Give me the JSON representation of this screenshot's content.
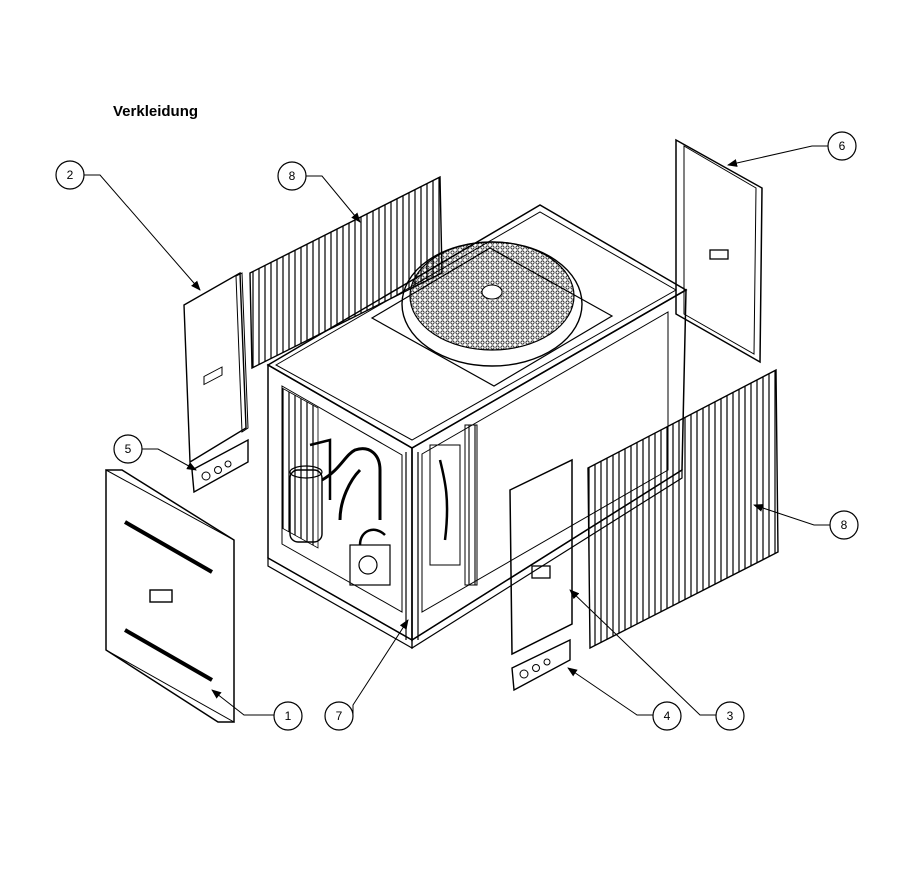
{
  "title": "Verkleidung",
  "callouts": [
    {
      "id": "c1",
      "label": "1"
    },
    {
      "id": "c2",
      "label": "2"
    },
    {
      "id": "c3",
      "label": "3"
    },
    {
      "id": "c4",
      "label": "4"
    },
    {
      "id": "c5",
      "label": "5"
    },
    {
      "id": "c6",
      "label": "6"
    },
    {
      "id": "c7",
      "label": "7"
    },
    {
      "id": "c8a",
      "label": "8"
    },
    {
      "id": "c8b",
      "label": "8"
    }
  ]
}
